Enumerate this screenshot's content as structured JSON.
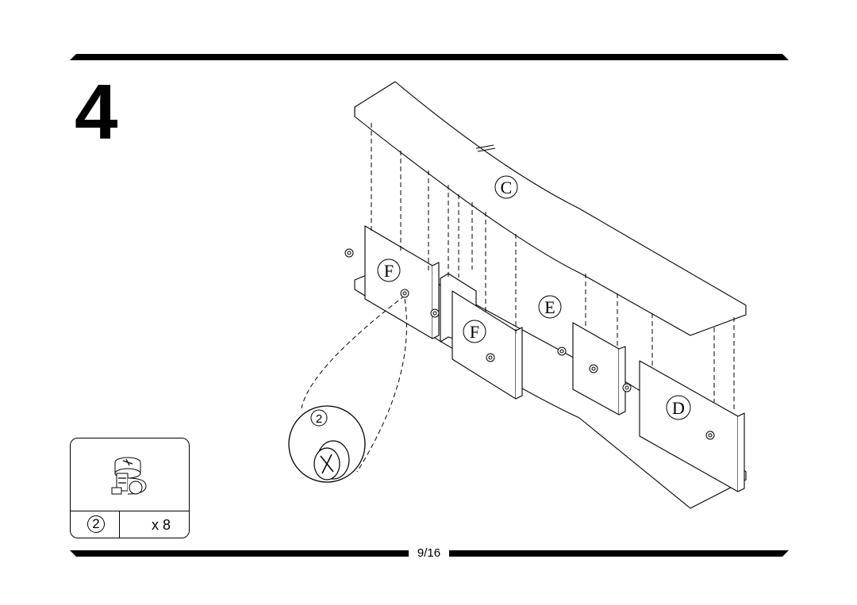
{
  "step": {
    "number": "4"
  },
  "parts": {
    "part_number": "2",
    "quantity": "x 8"
  },
  "diagram": {
    "labels": {
      "c": "C",
      "f1": "F",
      "f2": "F",
      "e": "E",
      "d": "D",
      "detail": "2"
    }
  },
  "footer": {
    "page": "9/16"
  }
}
